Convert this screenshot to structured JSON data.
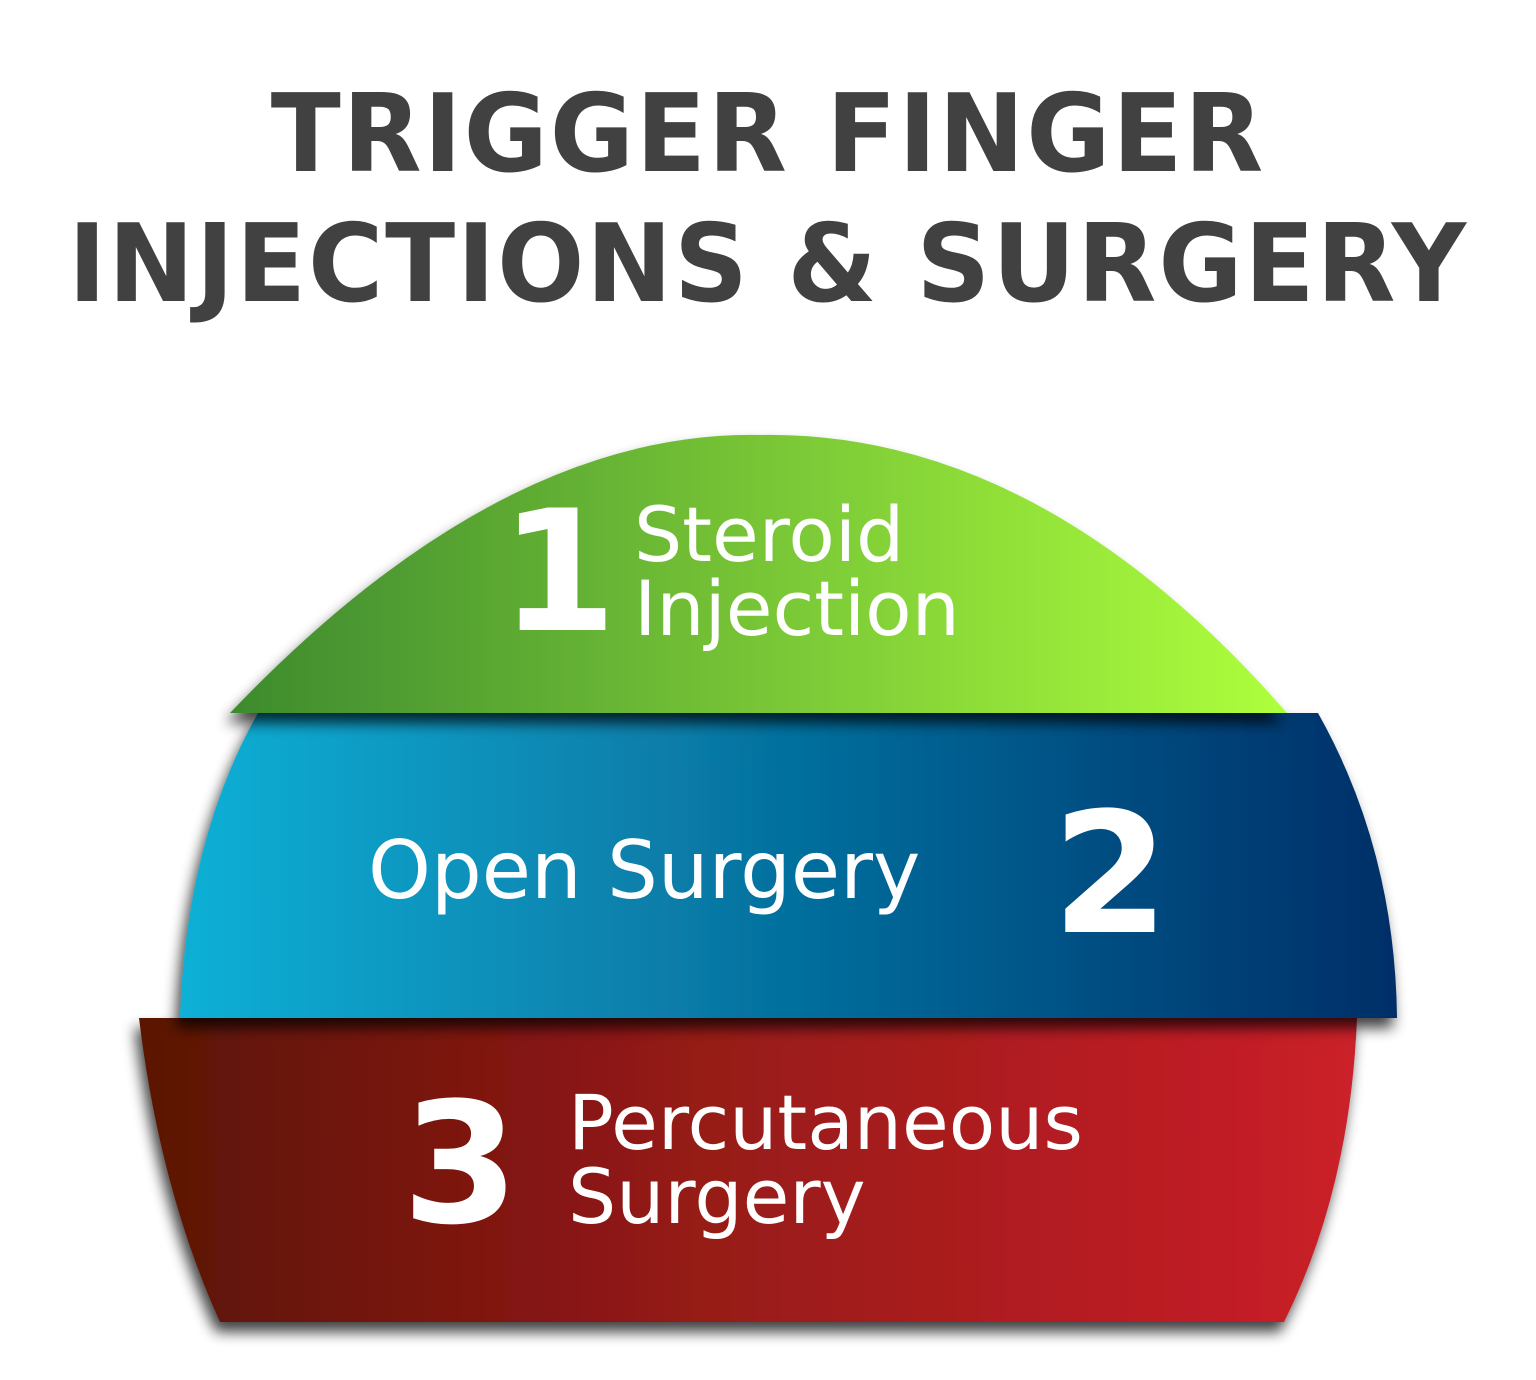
{
  "title": {
    "line1": "TRIGGER FINGER",
    "line2": "INJECTIONS & SURGERY",
    "color": "#414141"
  },
  "steps": [
    {
      "number": "1",
      "label_line1": "Steroid",
      "label_line2": "Injection",
      "gradient": [
        "#3f8f2f",
        "#aaff3c"
      ]
    },
    {
      "number": "2",
      "label_line1": "Open Surgery",
      "label_line2": "",
      "gradient": [
        "#0aaed4",
        "#002f6a"
      ]
    },
    {
      "number": "3",
      "label_line1": "Percutaneous",
      "label_line2": "Surgery",
      "gradient": [
        "#5a1404",
        "#cc2029"
      ]
    }
  ]
}
